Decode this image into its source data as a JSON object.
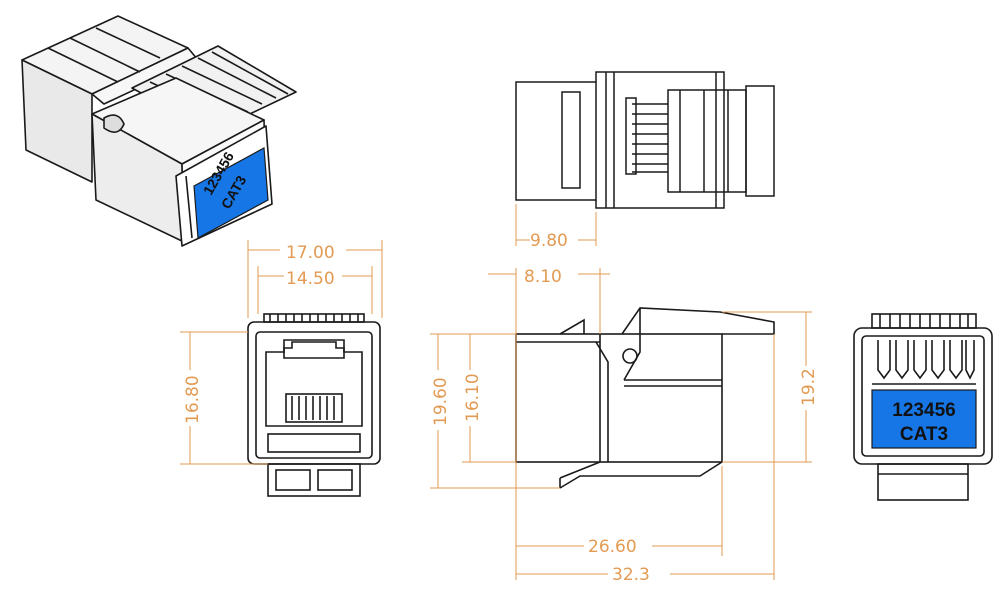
{
  "colors": {
    "outline": "#1a1a1a",
    "dimension": "#e39a52",
    "label_fill": "#1776e6",
    "body_shade": "#eeeeee"
  },
  "label": {
    "number": "123456",
    "category": "CAT3"
  },
  "dimensions": {
    "width_outer": "17.00",
    "width_inner": "14.50",
    "height_front": "16.80",
    "top_offset": "9.80",
    "latch_offset": "8.10",
    "height_total": "19.60",
    "height_body": "16.10",
    "height_side": "19.2",
    "length_body": "26.60",
    "length_total": "32.3"
  }
}
